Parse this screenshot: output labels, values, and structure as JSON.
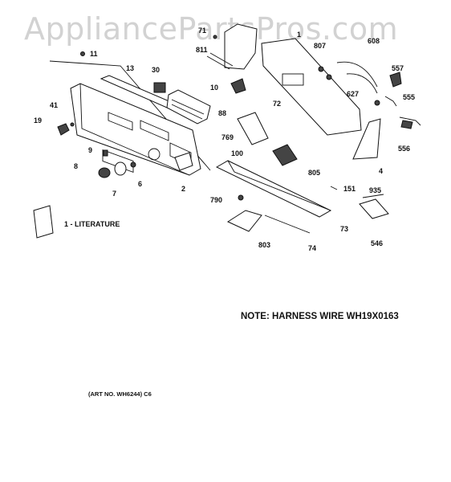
{
  "watermark": "AppliancePartsPros.com",
  "note": "NOTE: HARNESS WIRE WH19X0163",
  "art_no": "(ART NO. WH6244) C6",
  "literature_label": "- LITERATURE",
  "callouts": {
    "c11": "11",
    "c13": "13",
    "c30": "30",
    "c41": "41",
    "c19": "19",
    "c10": "10",
    "c88": "88",
    "c769": "769",
    "c100": "100",
    "c9": "9",
    "c8": "8",
    "c7": "7",
    "c6": "6",
    "c2": "2",
    "c71": "71",
    "c811": "811",
    "c1a": "1",
    "c807": "807",
    "c608": "608",
    "c557": "557",
    "c627": "627",
    "c72": "72",
    "c555": "555",
    "c556": "556",
    "c805": "805",
    "c4": "4",
    "c151": "151",
    "c935": "935",
    "c790": "790",
    "c73": "73",
    "c803": "803",
    "c74": "74",
    "c546": "546",
    "c1lit": "1"
  }
}
